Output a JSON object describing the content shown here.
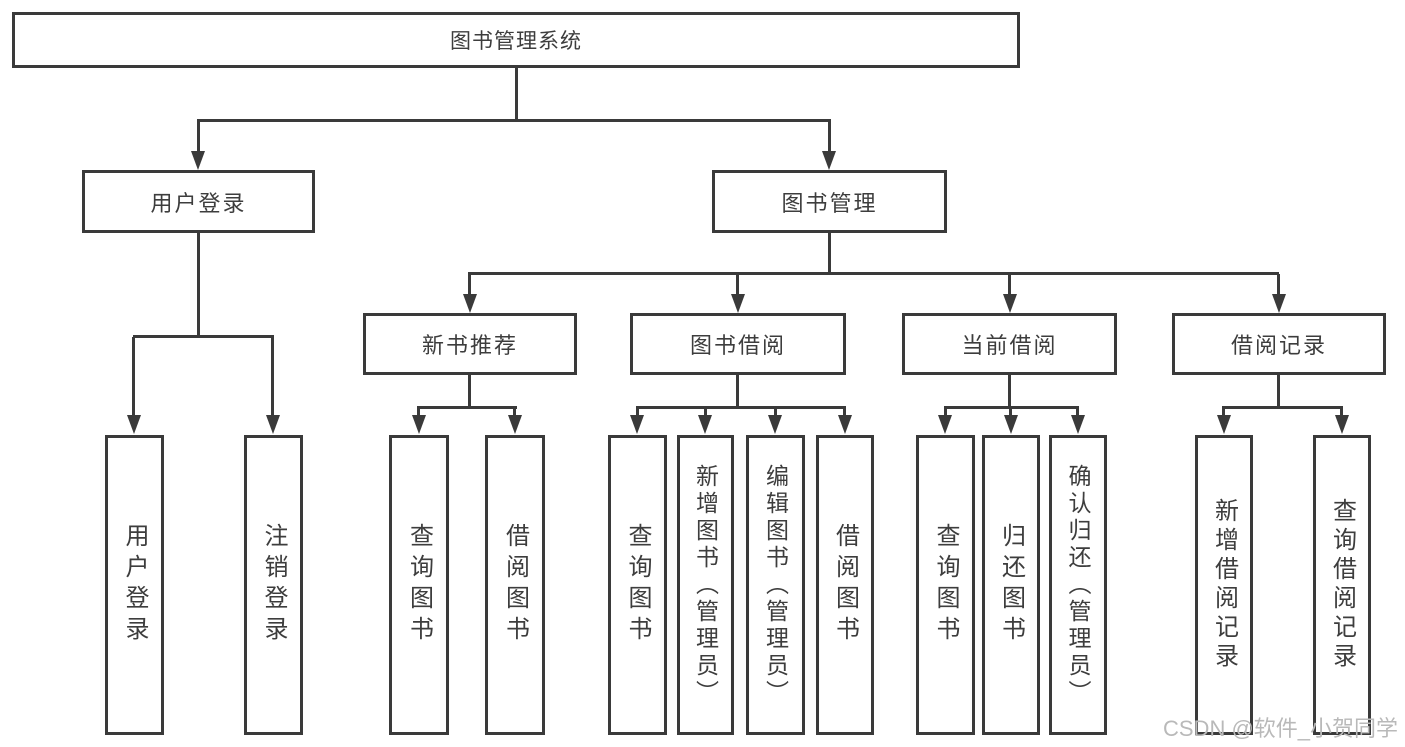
{
  "colors": {
    "line": "#3a3a3a",
    "text": "#3d3d3d",
    "watermark": "#b9b9b9",
    "background": "#ffffff"
  },
  "watermark": "CSDN @软件_小贺同学",
  "tree": {
    "label": "图书管理系统",
    "children": [
      {
        "label": "用户登录",
        "children": [
          {
            "label": "用户登录"
          },
          {
            "label": "注销登录"
          }
        ]
      },
      {
        "label": "图书管理",
        "children": [
          {
            "label": "新书推荐",
            "children": [
              {
                "label": "查询图书"
              },
              {
                "label": "借阅图书"
              }
            ]
          },
          {
            "label": "图书借阅",
            "children": [
              {
                "label": "查询图书"
              },
              {
                "label": "新增图书（管理员）"
              },
              {
                "label": "编辑图书（管理员）"
              },
              {
                "label": "借阅图书"
              }
            ]
          },
          {
            "label": "当前借阅",
            "children": [
              {
                "label": "查询图书"
              },
              {
                "label": "归还图书"
              },
              {
                "label": "确认归还（管理员）"
              }
            ]
          },
          {
            "label": "借阅记录",
            "children": [
              {
                "label": "新增借阅记录"
              },
              {
                "label": "查询借阅记录"
              }
            ]
          }
        ]
      }
    ]
  }
}
